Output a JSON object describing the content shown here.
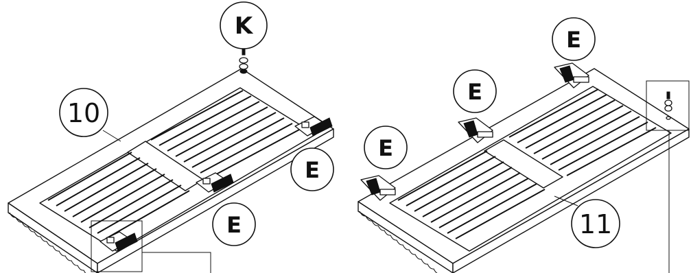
{
  "labels": {
    "panel_left": "10",
    "panel_right": "11",
    "screw": "K",
    "hinge": "E"
  }
}
